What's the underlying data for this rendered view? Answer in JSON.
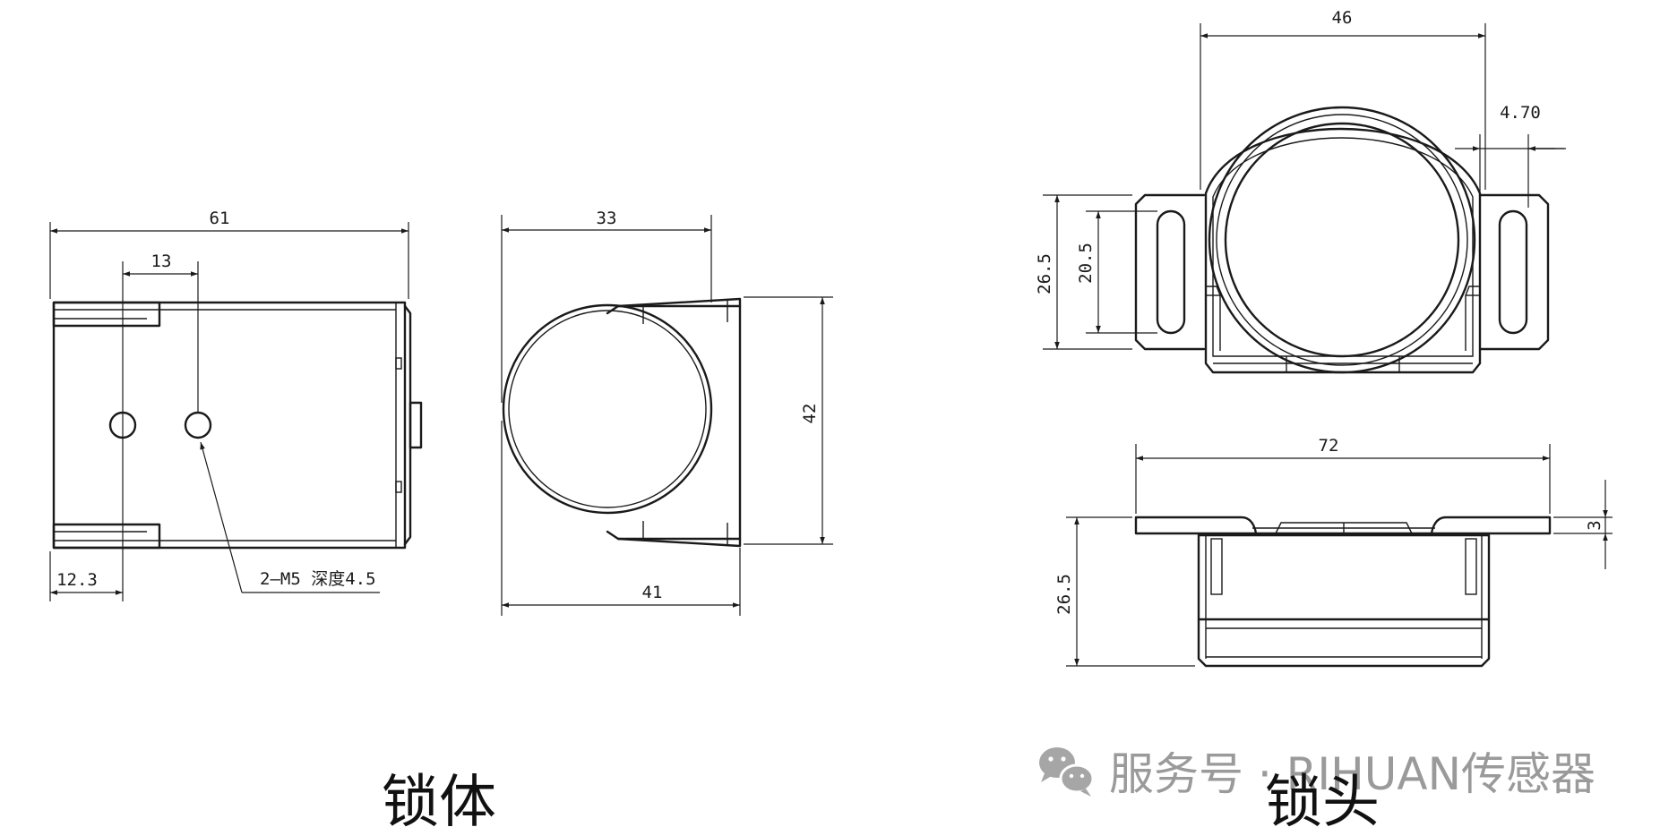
{
  "lock_body": {
    "title": "锁体",
    "dims": {
      "total_length": "61",
      "hole_spacing": "13",
      "edge_offset": "12.3",
      "hole_note": "2—M5 深度4.5",
      "side_width_top": "33",
      "side_width_bottom": "41",
      "height": "42"
    }
  },
  "lock_head": {
    "title": "锁头",
    "dims": {
      "ring_width": "46",
      "slot_offset": "4.70",
      "flange_height": "26.5",
      "slot_length": "20.5",
      "total_length": "72",
      "flange_thickness": "3",
      "side_height": "26.5"
    }
  },
  "watermark": {
    "text": "服务号 · RIHUAN传感器",
    "icon": "wechat-icon",
    "color": "#9a9a9a"
  }
}
